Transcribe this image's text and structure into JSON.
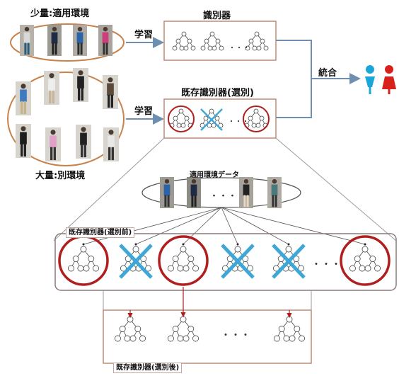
{
  "labels": {
    "small_env": "少量:適用環境",
    "large_env": "大量:別環境",
    "learn_top": "学習",
    "learn_mid": "学習",
    "classifier": "識別器",
    "existing_selected": "既存識別器(選別)",
    "integrate": "統合",
    "target_data": "適用環境データ",
    "before_selection": "既存識別器(選別前)",
    "after_selection": "既存識別器(選別後)",
    "ellipsis": "…",
    "ellipsis_dots": "・・・"
  },
  "icons": {
    "person_blue_color": "#1aa7d8",
    "person_red_color": "#d8211a"
  },
  "colors": {
    "group_ellipse": "#c8824a",
    "classifier_box": "#bf8a78",
    "selection_circle": "#b01e1e",
    "reject_cross": "#3fa7d6",
    "arrow": "#6f8fb0",
    "connector": "#9a9a9a"
  },
  "before_selection_trees": [
    {
      "selected": true
    },
    {
      "selected": false
    },
    {
      "selected": true
    },
    {
      "selected": false
    },
    {
      "selected": false
    },
    {
      "selected": true
    }
  ]
}
